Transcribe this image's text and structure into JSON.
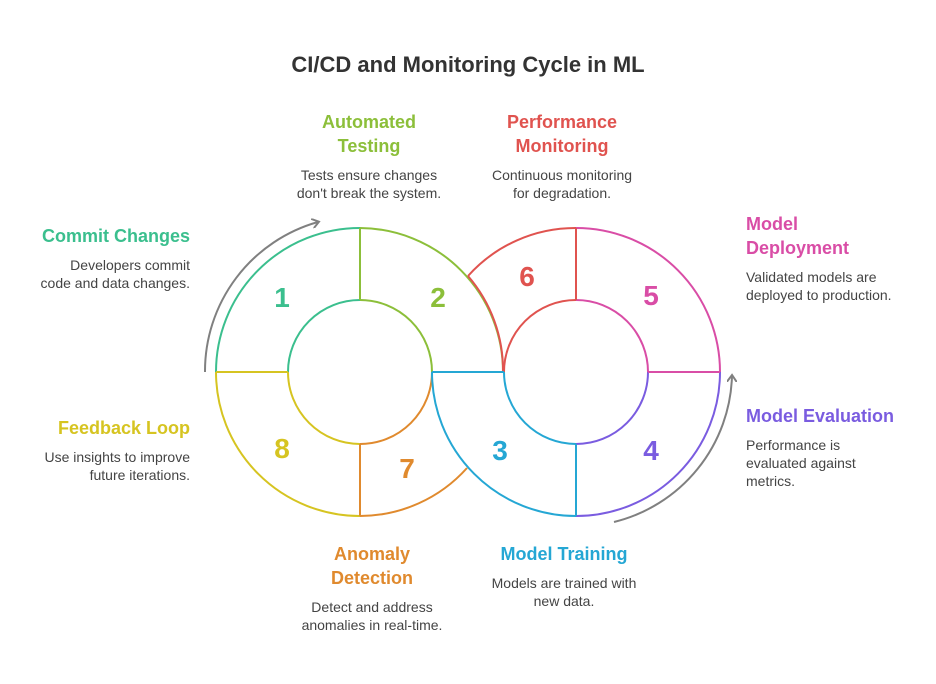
{
  "title": "CI/CD and Monitoring Cycle in ML",
  "colors": {
    "commit": "#3bbf8e",
    "testing": "#8cbf3a",
    "training": "#25a7d4",
    "evaluation": "#7a5ce0",
    "deployment": "#d94da6",
    "monitoring": "#e0534f",
    "anomaly": "#e08a2e",
    "feedback": "#d6c421",
    "arrow": "#808080"
  },
  "steps": [
    {
      "number": "1",
      "name": "Commit Changes",
      "desc": "Developers commit\ncode and data changes."
    },
    {
      "number": "2",
      "name": "Automated\nTesting",
      "desc": "Tests ensure changes\ndon't break the system."
    },
    {
      "number": "3",
      "name": "Model Training",
      "desc": "Models are trained with\nnew data."
    },
    {
      "number": "4",
      "name": "Model Evaluation",
      "desc": "Performance is\nevaluated against\nmetrics."
    },
    {
      "number": "5",
      "name": "Model\nDeployment",
      "desc": "Validated models are\ndeployed to production."
    },
    {
      "number": "6",
      "name": "Performance\nMonitoring",
      "desc": "Continuous monitoring\nfor degradation."
    },
    {
      "number": "7",
      "name": "Anomaly\nDetection",
      "desc": "Detect and address\nanomalies in real-time."
    },
    {
      "number": "8",
      "name": "Feedback Loop",
      "desc": "Use insights to improve\nfuture iterations."
    }
  ]
}
